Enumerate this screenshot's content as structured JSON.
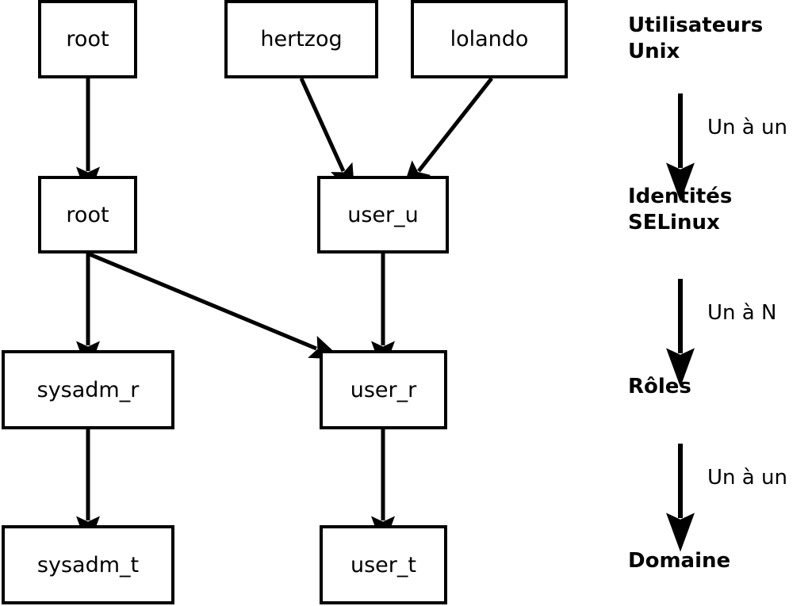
{
  "diagram": {
    "type": "flow-hierarchy",
    "language": "fr",
    "background_color": "#ffffff",
    "line_color": "#000000",
    "node_fill": "#ffffff"
  },
  "nodes": [
    {
      "id": "unix-root",
      "label": "root",
      "layer": "unix-users"
    },
    {
      "id": "unix-hertzog",
      "label": "hertzog",
      "layer": "unix-users"
    },
    {
      "id": "unix-lolando",
      "label": "lolando",
      "layer": "unix-users"
    },
    {
      "id": "ident-root",
      "label": "root",
      "layer": "selinux-identities"
    },
    {
      "id": "ident-user-u",
      "label": "user_u",
      "layer": "selinux-identities"
    },
    {
      "id": "role-sysadm",
      "label": "sysadm_r",
      "layer": "roles"
    },
    {
      "id": "role-user",
      "label": "user_r",
      "layer": "roles"
    },
    {
      "id": "domain-sysadm",
      "label": "sysadm_t",
      "layer": "domains"
    },
    {
      "id": "domain-user",
      "label": "user_t",
      "layer": "domains"
    }
  ],
  "edges": [
    {
      "from": "unix-root",
      "to": "ident-root"
    },
    {
      "from": "unix-hertzog",
      "to": "ident-user-u"
    },
    {
      "from": "unix-lolando",
      "to": "ident-user-u"
    },
    {
      "from": "ident-root",
      "to": "role-sysadm"
    },
    {
      "from": "ident-root",
      "to": "role-user"
    },
    {
      "from": "ident-user-u",
      "to": "role-user"
    },
    {
      "from": "role-sysadm",
      "to": "domain-sysadm"
    },
    {
      "from": "role-user",
      "to": "domain-user"
    }
  ],
  "legend": {
    "layers": [
      {
        "id": "unix-users",
        "title": "Utilisateurs\nUnix"
      },
      {
        "id": "selinux-identities",
        "title": "Identités\nSELinux"
      },
      {
        "id": "roles",
        "title": "Rôles"
      },
      {
        "id": "domains",
        "title": "Domaine"
      }
    ],
    "relations": [
      {
        "id": "rel-users-identities",
        "label": "Un à un"
      },
      {
        "id": "rel-identities-roles",
        "label": "Un à N"
      },
      {
        "id": "rel-roles-domains",
        "label": "Un à un"
      }
    ]
  }
}
